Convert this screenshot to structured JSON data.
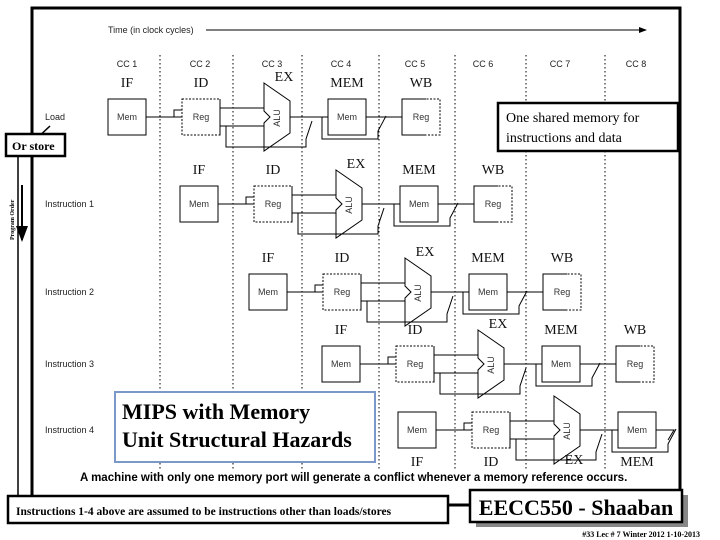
{
  "time_label": "Time (in clock cycles)",
  "clock_cycles": [
    "CC 1",
    "CC 2",
    "CC 3",
    "CC 4",
    "CC 5",
    "CC 6",
    "CC 7",
    "CC 8"
  ],
  "program_order_label": "Program Order",
  "or_store_label": "Or store",
  "rows": [
    {
      "label": "Load",
      "stages": [
        "IF",
        "ID",
        "EX",
        "MEM",
        "WB"
      ]
    },
    {
      "label": "Instruction 1",
      "stages": [
        "IF",
        "ID",
        "EX",
        "MEM",
        "WB"
      ]
    },
    {
      "label": "Instruction 2",
      "stages": [
        "IF",
        "ID",
        "EX",
        "MEM",
        "WB"
      ]
    },
    {
      "label": "Instruction 3",
      "stages": [
        "IF",
        "ID",
        "EX",
        "MEM",
        "WB"
      ]
    },
    {
      "label": "Instruction 4",
      "stages": [
        "IF",
        "ID",
        "EX",
        "MEM"
      ]
    }
  ],
  "units": {
    "mem": "Mem",
    "reg": "Reg",
    "alu": "ALU"
  },
  "shared_memory_note": [
    "One shared memory for",
    "instructions and data"
  ],
  "title_box": [
    "MIPS with Memory",
    "Unit Structural Hazards"
  ],
  "conflict_note": "A machine with only one memory port will generate a conflict whenever a memory reference occurs.",
  "footer_note": "Instructions 1-4 above are assumed to be instructions other than loads/stores",
  "course_badge": "EECC550 - Shaaban",
  "slide_info": "#33   Lec # 7  Winter 2012  1-10-2013",
  "colors": {
    "hazard_mem_fill": "#b8b8b8",
    "title_box_border": "#7a98c8"
  }
}
